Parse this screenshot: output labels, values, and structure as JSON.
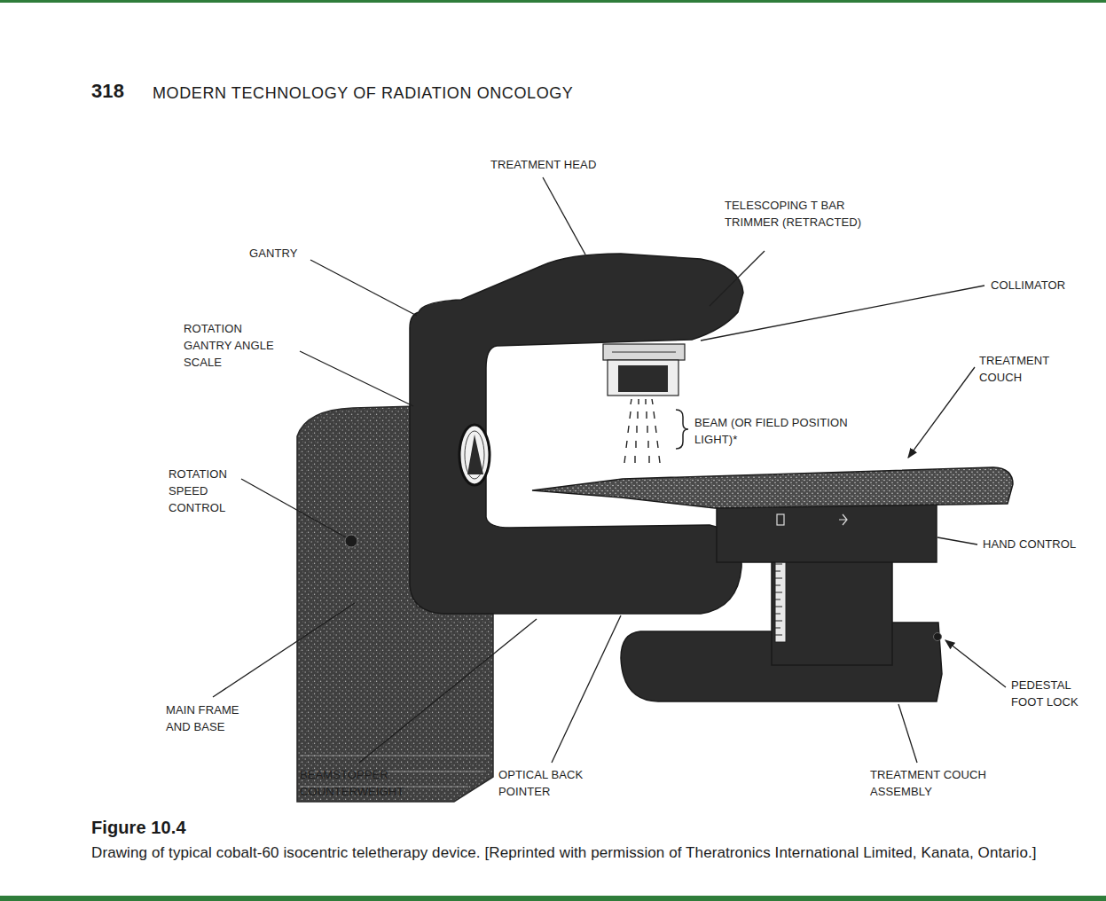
{
  "diagram": {
    "caption": "Drawing of typical cobalt-60 isocentric teletherapy device. [Reprinted with permission of Theratronics International Limited, Kanata, Ontario.]",
    "labels": [
      "318",
      "MODERN TECHNOLOGY OF RADIATION ONCOLOGY",
      "TREATMENT HEAD",
      "TELESCOPING T BAR TRIMMER (RETRACTED)",
      "COLLIMATOR",
      "GANTRY",
      "ROTATION GANTRY ANGLE SCALE",
      "TREATMENT COUCH",
      "BEAM (OR FIELD POSITION LIGHT)*",
      "ROTATION SPEED CONTROL",
      "HAND CONTROL",
      "PEDESTAL FOOT LOCK",
      "MAIN FRAME AND BASE",
      "BEAMSTOPPER COUNTERWEIGHT",
      "OPTICAL BACK POINTER",
      "TREATMENT COUCH ASSEMBLY",
      "Figure 10.4"
    ]
  }
}
